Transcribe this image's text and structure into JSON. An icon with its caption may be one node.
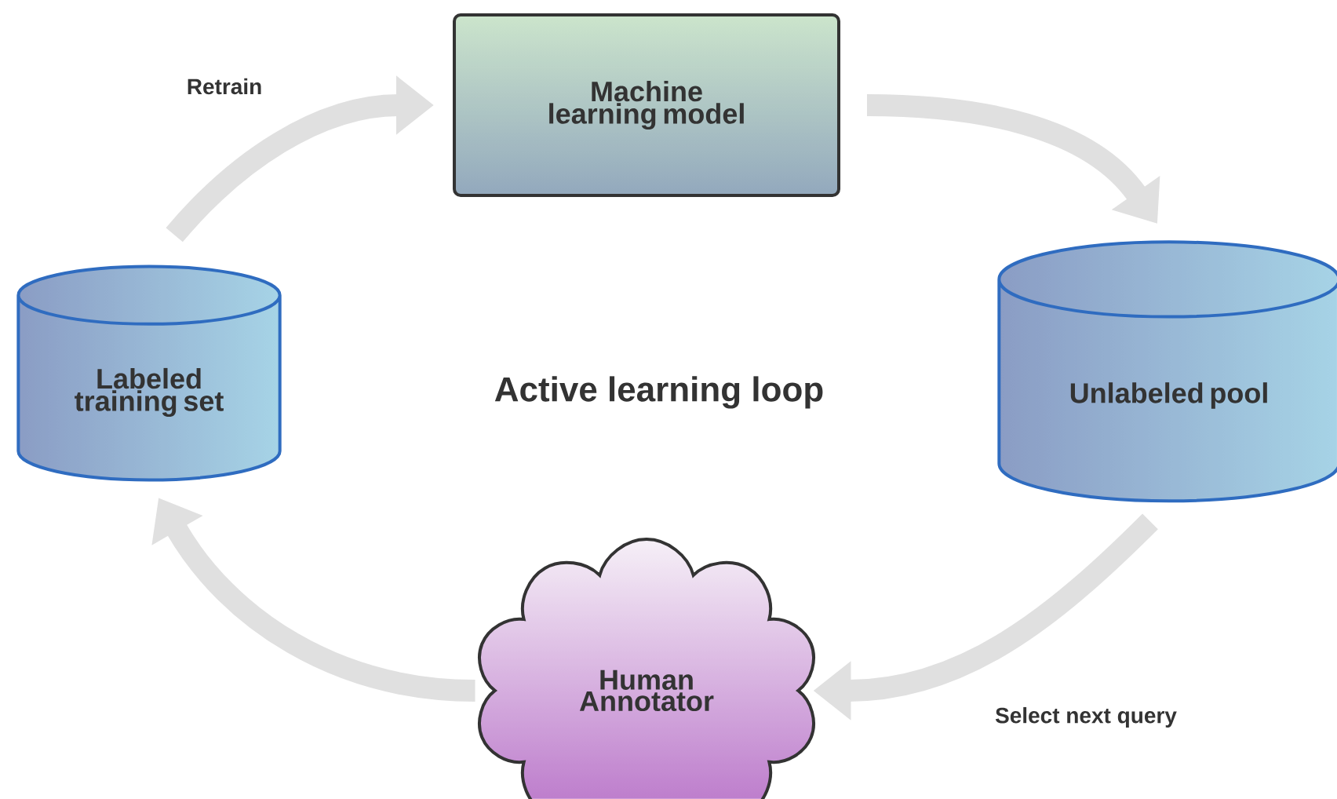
{
  "diagram": {
    "title": "Active learning loop",
    "nodes": [
      {
        "text": [
          "Machine learning model"
        ]
      },
      {
        "text": [
          "Unlabeled pool"
        ]
      },
      {
        "text": [
          "Human Annotator"
        ]
      },
      {
        "text": [
          "Labeled training set"
        ]
      }
    ],
    "edges": [
      {
        "from": 3,
        "to": 0,
        "arrow": "to",
        "label": "Retrain"
      },
      {
        "from": 0,
        "to": 1,
        "arrow": "to"
      },
      {
        "from": 1,
        "to": 2,
        "arrow": "to",
        "label": "Select next query"
      },
      {
        "from": 2,
        "to": 3,
        "arrow": "to"
      }
    ]
  }
}
